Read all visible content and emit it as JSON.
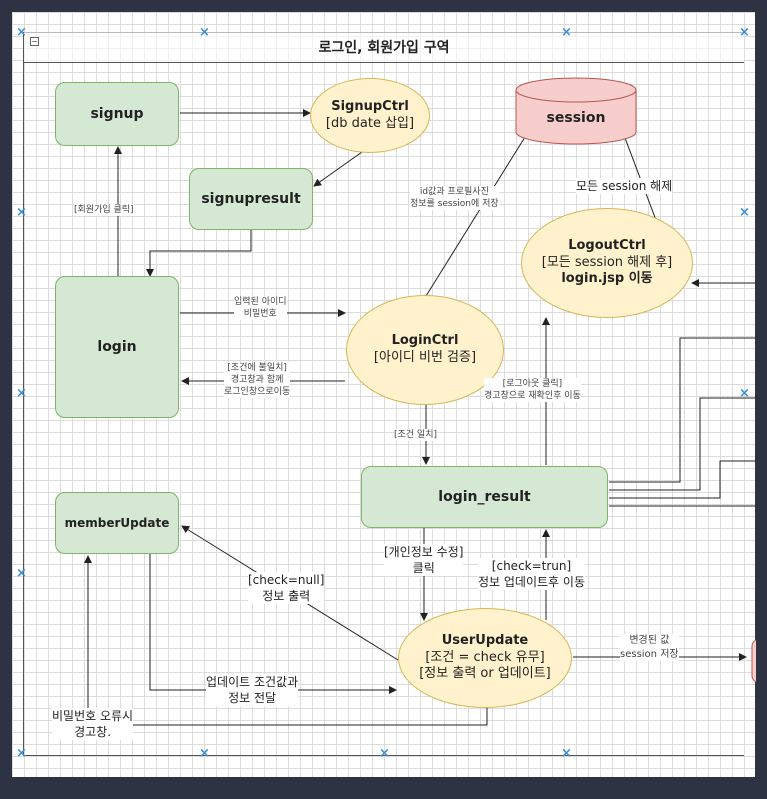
{
  "title": "로그인, 회원가입 구역",
  "nodes": {
    "signup": "signup",
    "signupresult": "signupresult",
    "login": "login",
    "memberupdate": "memberUpdate",
    "login_result": "login_result",
    "session": "session",
    "signupctrl": {
      "line1": "SignupCtrl",
      "line2": "[db date 삽입]"
    },
    "loginctrl": {
      "line1": "LoginCtrl",
      "line2": "[아이디 비번 검증]"
    },
    "logoutctrl": {
      "line1": "LogoutCtrl",
      "line2": "[모든 session 해제 후]",
      "line3": "login.jsp 이동"
    },
    "userupdate": {
      "line1": "UserUpdate",
      "line2": "[조건 = check 유무]",
      "line3": "[정보 출력 or 업데이트]"
    }
  },
  "labels": {
    "signup_click": "[회원가입 클릭]",
    "id_store": {
      "l1": "id값과 프로필사진",
      "l2": "정보를 session에 저장"
    },
    "all_session": "모든 session 해제",
    "input_idpw": {
      "l1": "입력된 아이디",
      "l2": "비밀번호"
    },
    "mismatch": {
      "l1": "[조건에 불일치]",
      "l2": "경고창과 함께",
      "l3": "로그인창으로이동"
    },
    "logout_click": {
      "l1": "[로그아웃 클릭]",
      "l2": "경고창으로 재확인후 이동"
    },
    "match": "[조건 일치]",
    "edit_click": {
      "l1": "[개인정보 수정]",
      "l2": "클릭"
    },
    "check_true": {
      "l1": "[check=trun]",
      "l2": "정보 업데이트후 이동"
    },
    "check_null": {
      "l1": "[check=null]",
      "l2": "정보 출력"
    },
    "changed_value": {
      "l1": "변경된 값",
      "l2": "session 저장"
    },
    "update_cond": {
      "l1": "업데이트 조건값과",
      "l2": "정보 전달"
    },
    "pw_error": {
      "l1": "비밀번호 오류시",
      "l2": "경고창."
    }
  },
  "colors": {
    "process_fill": "#d5e8d4",
    "process_border": "#82b366",
    "controller_fill": "#fff2cc",
    "controller_border": "#d6b656",
    "store_fill": "#f8cecc",
    "store_border": "#b85450",
    "background": "#2d3342"
  },
  "icons": [
    "collapse-icon",
    "database-icon",
    "guide-marker-icon"
  ]
}
